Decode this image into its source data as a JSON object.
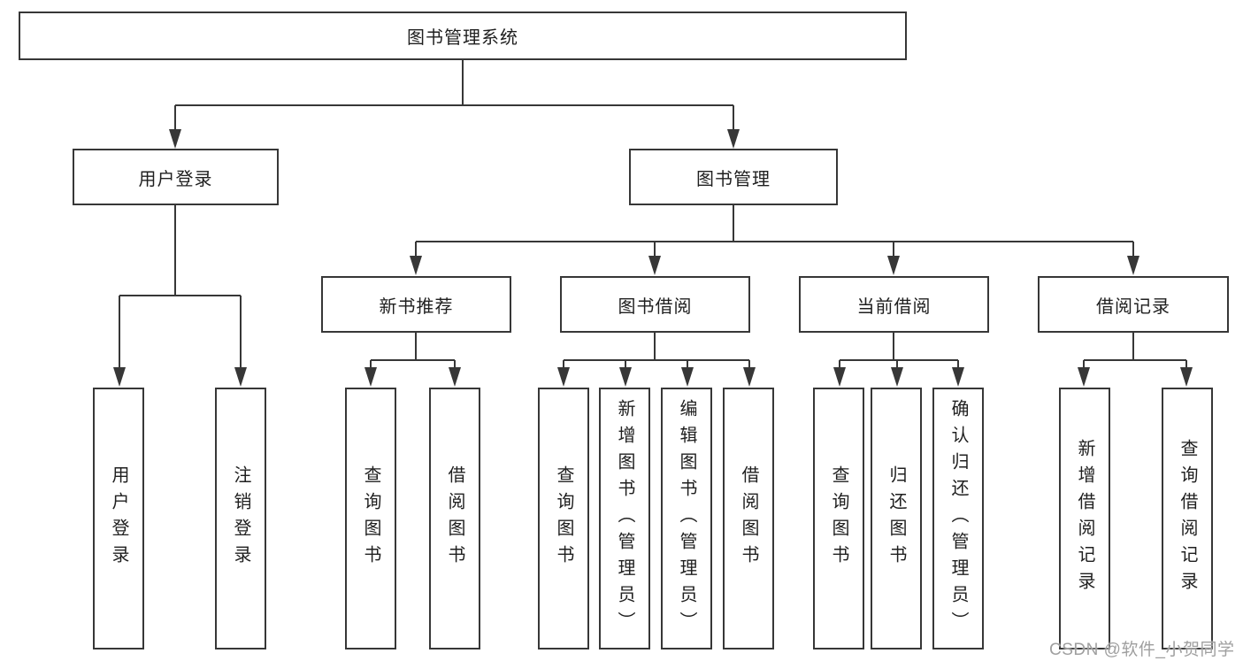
{
  "diagram": {
    "title": "图书管理系统",
    "type": "hierarchy-tree",
    "nodes": {
      "root": {
        "label": "图书管理系统"
      },
      "user_login": {
        "label": "用户登录"
      },
      "book_management": {
        "label": "图书管理"
      },
      "new_book_recommend": {
        "label": "新书推荐"
      },
      "book_borrowing": {
        "label": "图书借阅"
      },
      "current_borrowing": {
        "label": "当前借阅"
      },
      "borrowing_records": {
        "label": "借阅记录"
      },
      "leaf_user_login": {
        "label": "用户登录"
      },
      "leaf_logout": {
        "label": "注销登录"
      },
      "leaf_nbr_query_books": {
        "label": "查询图书"
      },
      "leaf_nbr_borrow_books": {
        "label": "借阅图书"
      },
      "leaf_bb_query_books": {
        "label": "查询图书"
      },
      "leaf_bb_add_books": {
        "label": "新增图书（管理员）"
      },
      "leaf_bb_edit_books": {
        "label": "编辑图书（管理员）"
      },
      "leaf_bb_borrow_books": {
        "label": "借阅图书"
      },
      "leaf_cb_query_books": {
        "label": "查询图书"
      },
      "leaf_cb_return_books": {
        "label": "归还图书"
      },
      "leaf_cb_confirm_return": {
        "label": "确认归还（管理员）"
      },
      "leaf_br_add_record": {
        "label": "新增借阅记录"
      },
      "leaf_br_query_record": {
        "label": "查询借阅记录"
      }
    },
    "structure": {
      "root": [
        "user_login",
        "book_management"
      ],
      "user_login": [
        "leaf_user_login",
        "leaf_logout"
      ],
      "book_management": [
        "new_book_recommend",
        "book_borrowing",
        "current_borrowing",
        "borrowing_records"
      ],
      "new_book_recommend": [
        "leaf_nbr_query_books",
        "leaf_nbr_borrow_books"
      ],
      "book_borrowing": [
        "leaf_bb_query_books",
        "leaf_bb_add_books",
        "leaf_bb_edit_books",
        "leaf_bb_borrow_books"
      ],
      "current_borrowing": [
        "leaf_cb_query_books",
        "leaf_cb_return_books",
        "leaf_cb_confirm_return"
      ],
      "borrowing_records": [
        "leaf_br_add_record",
        "leaf_br_query_record"
      ]
    },
    "colors": {
      "line": "#373737",
      "text": "#1f1f1f",
      "background": "#ffffff",
      "watermark": "#9f9f9f"
    }
  },
  "watermark": {
    "text": "CSDN @软件_小贺同学"
  }
}
